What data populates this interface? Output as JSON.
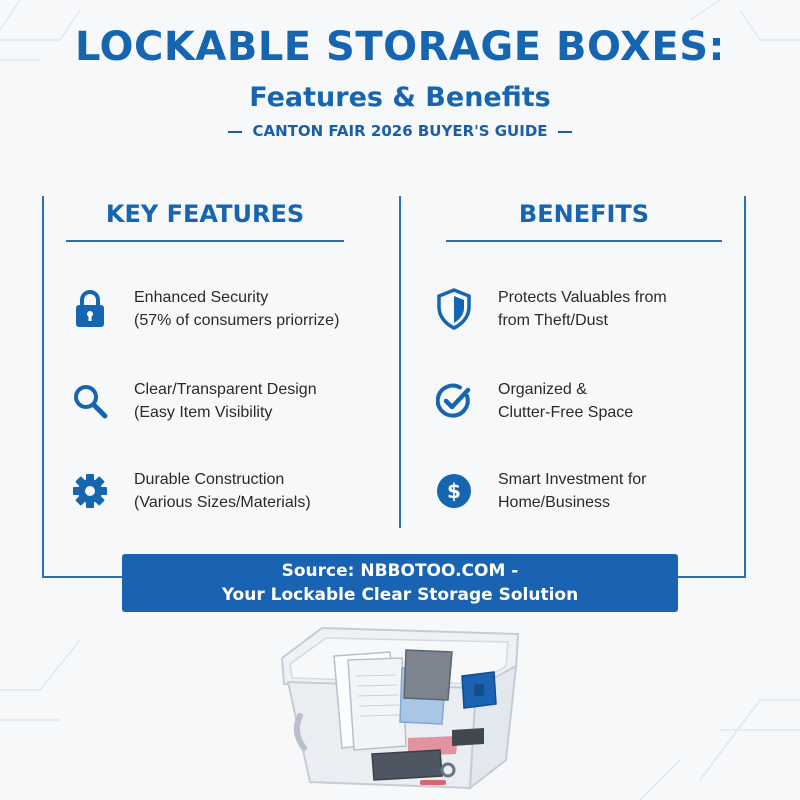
{
  "header": {
    "title": "LOCKABLE STORAGE BOXES:",
    "subtitle": "Features & Benefits",
    "tagline": "CANTON FAIR 2026 BUYER'S GUIDE"
  },
  "features": {
    "heading": "KEY FEATURES",
    "items": [
      {
        "icon": "lock-icon",
        "line1": "Enhanced Security",
        "line2": "(57% of consumers priorrize)"
      },
      {
        "icon": "magnifier-icon",
        "line1": "Clear/Transparent Design",
        "line2": "(Easy Item Visibility"
      },
      {
        "icon": "gear-icon",
        "line1": "Durable Construction",
        "line2": "(Various Sizes/Materials)"
      }
    ]
  },
  "benefits": {
    "heading": "BENEFITS",
    "items": [
      {
        "icon": "shield-icon",
        "line1": "Protects Valuables from",
        "line2": "from Theft/Dust"
      },
      {
        "icon": "check-circle-icon",
        "line1": "Organized &",
        "line2": "Clutter-Free Space"
      },
      {
        "icon": "dollar-circle-icon",
        "line1": "Smart Investment for",
        "line2": "Home/Business"
      }
    ]
  },
  "banner": {
    "line1": "Source: NBBOTOO.COM -",
    "line2": "Your Lockable Clear Storage Solution"
  },
  "colors": {
    "accent": "#1565b0",
    "banner_bg": "#1a63b2",
    "background": "#f7f8fa"
  }
}
